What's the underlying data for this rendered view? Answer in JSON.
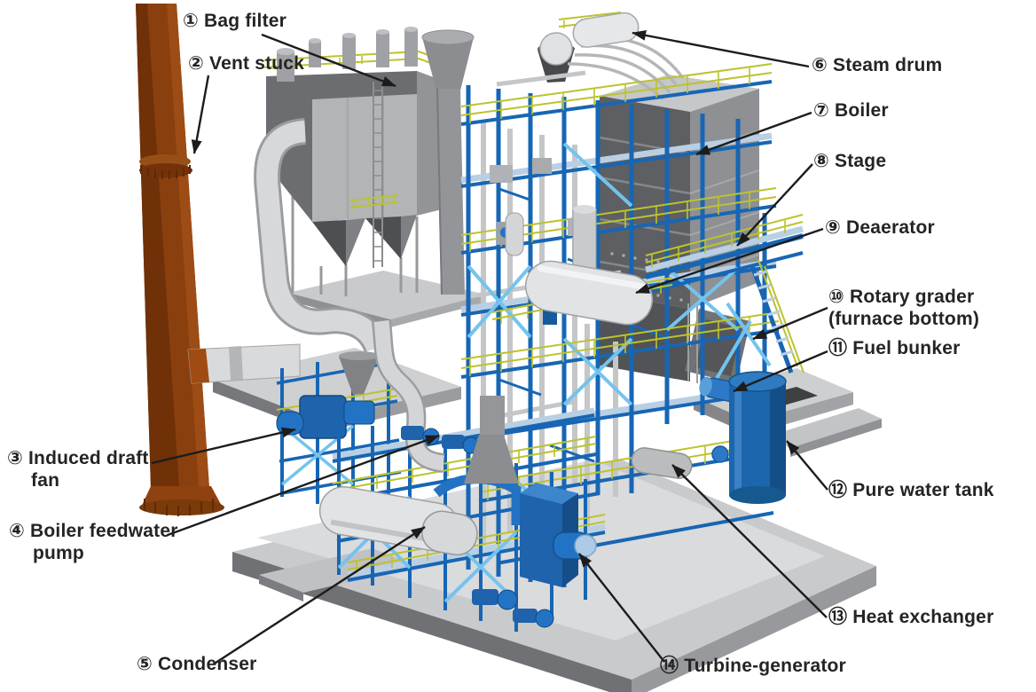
{
  "title": "Power plant 3D model with numbered equipment callouts",
  "diagram": {
    "type": "labeled-3d-equipment-diagram",
    "labels": [
      {
        "id": "1",
        "target": "bag-filter",
        "text": "① Bag filter"
      },
      {
        "id": "2",
        "target": "vent-stack",
        "text": "② Vent stuck"
      },
      {
        "id": "3",
        "target": "induced-draft-fan",
        "text": "③ Induced draft\nfan"
      },
      {
        "id": "4",
        "target": "boiler-feedwater-pump",
        "text": "④ Boiler feedwater\npump"
      },
      {
        "id": "5",
        "target": "condenser",
        "text": "⑤ Condenser"
      },
      {
        "id": "6",
        "target": "steam-drum",
        "text": "⑥ Steam drum"
      },
      {
        "id": "7",
        "target": "boiler",
        "text": "⑦ Boiler"
      },
      {
        "id": "8",
        "target": "stage",
        "text": "⑧ Stage"
      },
      {
        "id": "9",
        "target": "deaerator",
        "text": "⑨ Deaerator"
      },
      {
        "id": "10",
        "target": "rotary-grader",
        "text": "⑩ Rotary grader\n(furnace bottom)"
      },
      {
        "id": "11",
        "target": "fuel-bunker",
        "text": "⑪ Fuel bunker"
      },
      {
        "id": "12",
        "target": "pure-water-tank",
        "text": "⑫ Pure water tank"
      },
      {
        "id": "13",
        "target": "heat-exchanger",
        "text": "⑬ Heat exchanger"
      },
      {
        "id": "14",
        "target": "turbine-generator",
        "text": "⑭ Turbine-generator"
      }
    ],
    "colors": {
      "background": "#ffffff",
      "callout_text": "#242424",
      "arrow": "#1c1c1c",
      "steel_frame_blue": "#1766b4",
      "brace_cyan": "#74c3ee",
      "handrail_yellow": "#bcc32e",
      "stack_brown": "#8a3f0e",
      "tank_blue": "#1b66ad",
      "boiler_dark_gray": "#5d5f62",
      "equipment_gray": "#b4b6b8",
      "duct_white": "#d7d8da",
      "base_gray": "#d3d4d6"
    }
  }
}
